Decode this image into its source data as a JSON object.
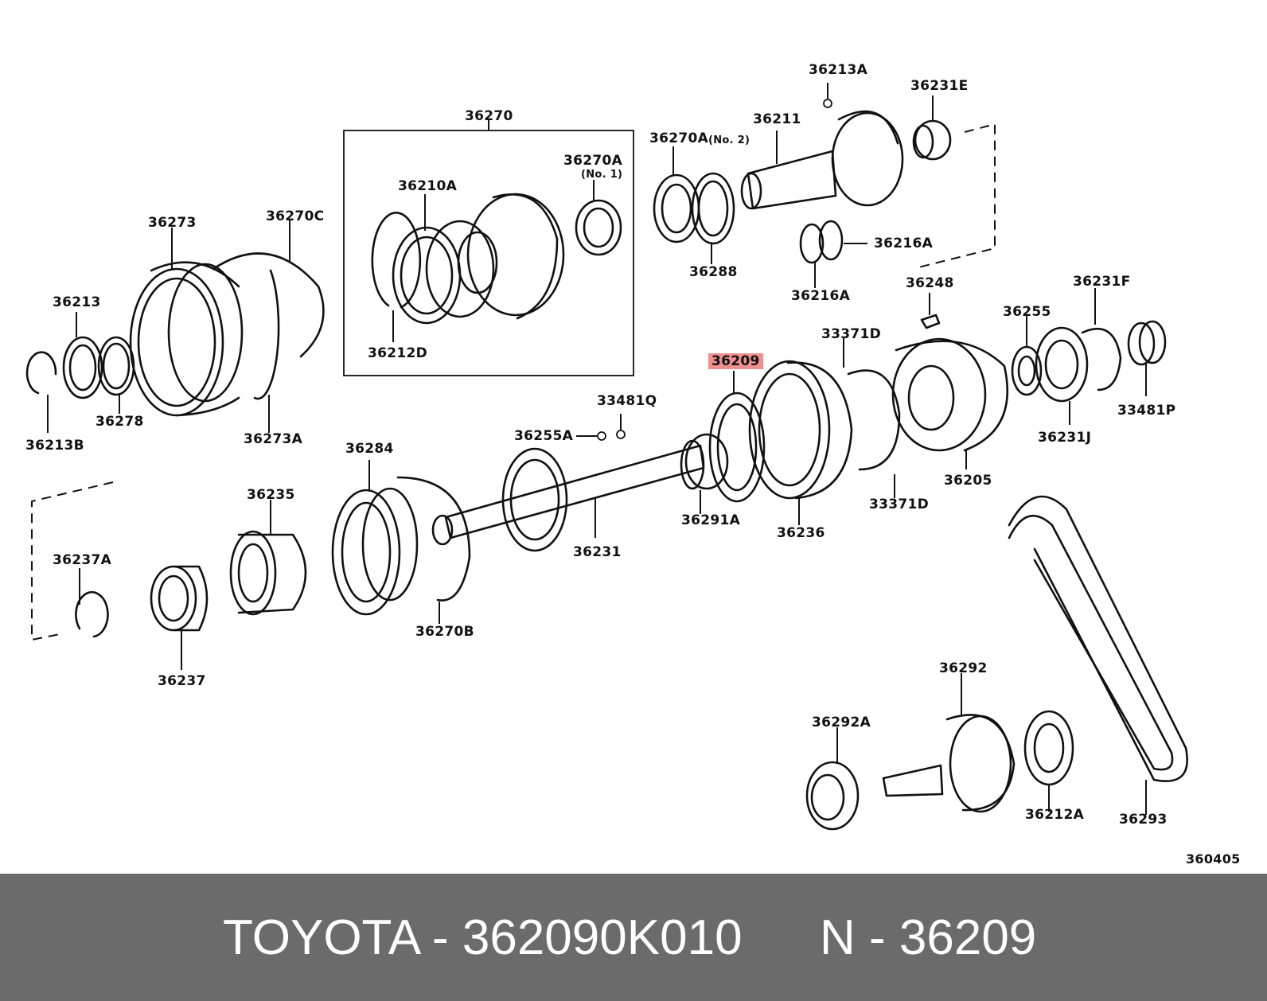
{
  "diagram": {
    "part_labels": [
      {
        "id": "36213A",
        "text": "36213A"
      },
      {
        "id": "36231E",
        "text": "36231E"
      },
      {
        "id": "36270",
        "text": "36270"
      },
      {
        "id": "36211",
        "text": "36211"
      },
      {
        "id": "36270A_no2",
        "text": "36270A"
      },
      {
        "id": "no2",
        "text": "(No. 2)"
      },
      {
        "id": "36270A_no1",
        "text": "36270A"
      },
      {
        "id": "no1",
        "text": "(No. 1)"
      },
      {
        "id": "36210A",
        "text": "36210A"
      },
      {
        "id": "36273",
        "text": "36273"
      },
      {
        "id": "36270C",
        "text": "36270C"
      },
      {
        "id": "36216A_r",
        "text": "36216A"
      },
      {
        "id": "36288",
        "text": "36288"
      },
      {
        "id": "36216A_b",
        "text": "36216A"
      },
      {
        "id": "36213",
        "text": "36213"
      },
      {
        "id": "36248",
        "text": "36248"
      },
      {
        "id": "36231F",
        "text": "36231F"
      },
      {
        "id": "36255",
        "text": "36255"
      },
      {
        "id": "33371D_t",
        "text": "33371D"
      },
      {
        "id": "36212D",
        "text": "36212D"
      },
      {
        "id": "36209",
        "text": "36209"
      },
      {
        "id": "33481Q",
        "text": "33481Q"
      },
      {
        "id": "36278",
        "text": "36278"
      },
      {
        "id": "36213B",
        "text": "36213B"
      },
      {
        "id": "36273A",
        "text": "36273A"
      },
      {
        "id": "33481P",
        "text": "33481P"
      },
      {
        "id": "36255A",
        "text": "36255A"
      },
      {
        "id": "36231J",
        "text": "36231J"
      },
      {
        "id": "36284",
        "text": "36284"
      },
      {
        "id": "36205",
        "text": "36205"
      },
      {
        "id": "36235",
        "text": "36235"
      },
      {
        "id": "33371D_b",
        "text": "33371D"
      },
      {
        "id": "36291A",
        "text": "36291A"
      },
      {
        "id": "36236",
        "text": "36236"
      },
      {
        "id": "36231",
        "text": "36231"
      },
      {
        "id": "36237A",
        "text": "36237A"
      },
      {
        "id": "36270B",
        "text": "36270B"
      },
      {
        "id": "36237",
        "text": "36237"
      },
      {
        "id": "36292",
        "text": "36292"
      },
      {
        "id": "36292A",
        "text": "36292A"
      },
      {
        "id": "36212A",
        "text": "36212A"
      },
      {
        "id": "36293",
        "text": "36293"
      },
      {
        "id": "diagram_code",
        "text": "360405"
      }
    ],
    "highlight_color": "#ef8f8f"
  },
  "footer": {
    "part_number_text": "TOYOTA - 362090K010",
    "ref_text": "N - 36209",
    "background": "#6b6b6b",
    "text_color": "#ffffff"
  }
}
